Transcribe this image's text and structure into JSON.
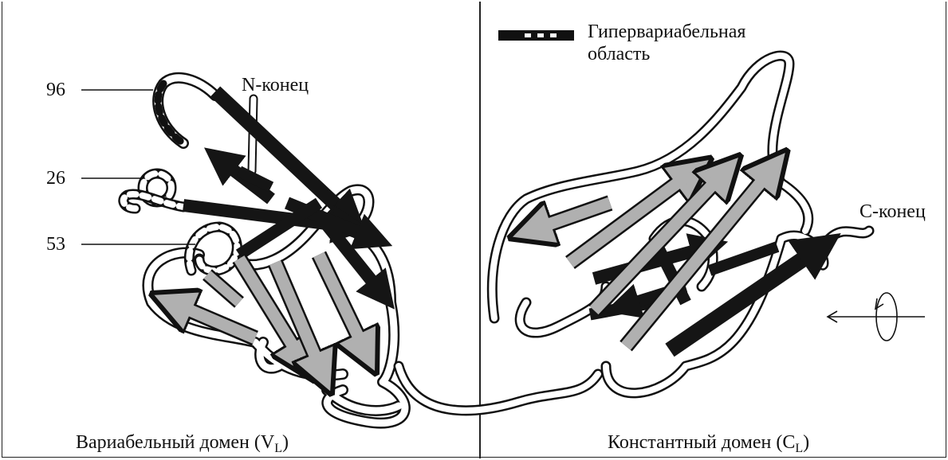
{
  "variable_domain": {
    "label_prefix": "Вариабельный домен (V",
    "label_subscript": "L",
    "label_suffix": ")"
  },
  "constant_domain": {
    "label_prefix": "Константный домен (C",
    "label_subscript": "L",
    "label_suffix": ")"
  },
  "residue_markers": [
    "96",
    "26",
    "53"
  ],
  "n_terminus": "N-конец",
  "c_terminus": "C-конец",
  "legend": {
    "line1": "Гипервариабельная",
    "line2": "область"
  },
  "colors": {
    "hypervariable": "#111111",
    "beta_strand_light": "#b0b0b0",
    "beta_strand_dark": "#151515",
    "loop": "#ffffff",
    "outline": "#111111"
  }
}
